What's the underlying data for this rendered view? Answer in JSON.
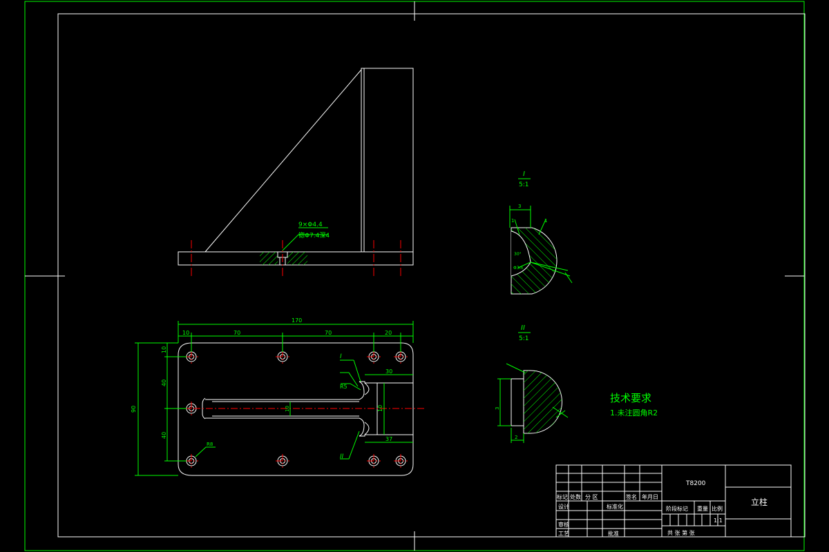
{
  "colors": {
    "background": "#000000",
    "border": "#00ff00",
    "geometry": "#ffffff",
    "dimension": "#00ff00",
    "centerline": "#ff0000",
    "hatch": "#00ff00",
    "title_text": "#ffffff"
  },
  "section_view": {
    "hole_callout_1": "9×Φ4.4",
    "hole_callout_2": "锪Φ7.4深4"
  },
  "plan_view": {
    "dims_top": [
      "10",
      "70",
      "70",
      "20"
    ],
    "dim_total_width": "170",
    "dim_total_height": "90",
    "dims_left": [
      "10",
      "40",
      "40"
    ],
    "dim_slot_top": "30",
    "dim_slot_bottom": "37",
    "dim_slot_height": "10",
    "dim_center_slot": "10",
    "dim_radius": "R5",
    "dim_hole_radius": "R8",
    "leader_I": "I",
    "leader_II": "II"
  },
  "detail_I": {
    "label_top": "I",
    "label_bottom": "5:1",
    "dim_top": "3",
    "dim_a": "1",
    "dim_b": "1",
    "dim_angle": "30°",
    "dim_small": "Φ3m"
  },
  "detail_II": {
    "label_top": "II",
    "label_bottom": "5:1",
    "dim_left": "3",
    "dim_bottom": "2"
  },
  "tech_req": {
    "title": "技术要求",
    "item_1": "1.未注圆角R2"
  },
  "title_block": {
    "material": "T8200",
    "part_name": "立柱",
    "row_marker": "标记",
    "row_count": "处数",
    "row_zone": "分 区",
    "row_signature": "签名",
    "row_date": "年月日",
    "design": "设计",
    "standardize": "标准化",
    "stage_mark": "阶段标记",
    "weight": "重量",
    "scale_label": "比例",
    "scale_value": "1:1",
    "review": "审核",
    "process": "工艺",
    "approve": "批准",
    "sheets": "共 张   第 张"
  }
}
